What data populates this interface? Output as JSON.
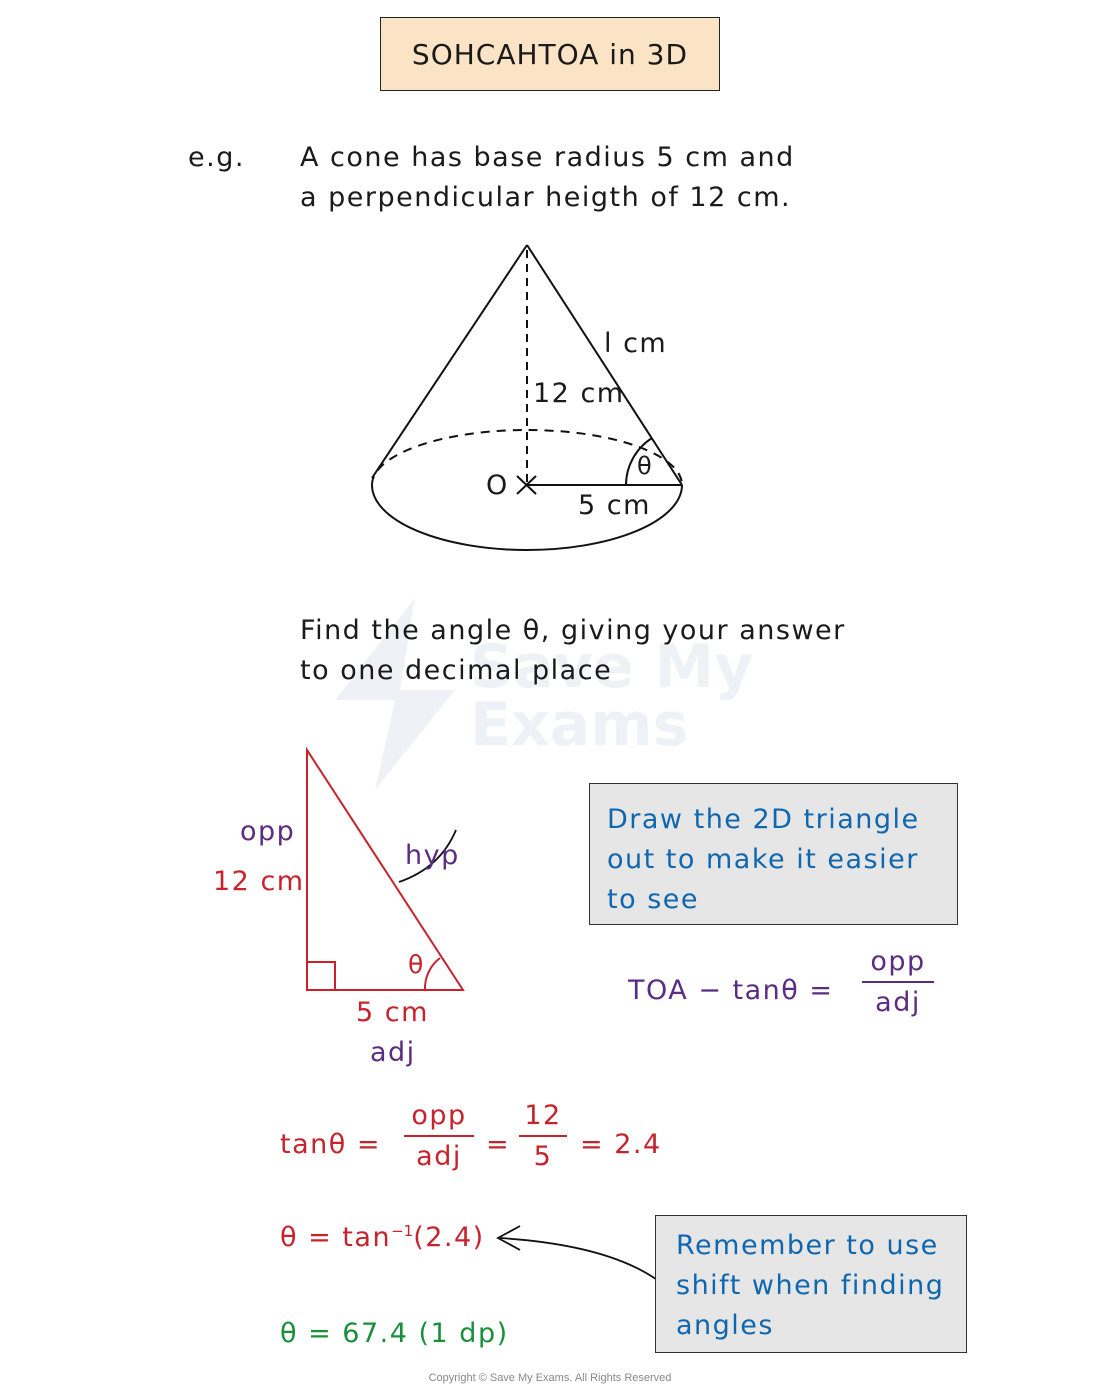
{
  "title": "SOHCAHTOA in 3D",
  "example": {
    "label": "e.g.",
    "line1": "A cone has base radius 5 cm and",
    "line2": "a perpendicular heigth of 12 cm."
  },
  "cone": {
    "slant_label": "l cm",
    "height_label": "12 cm",
    "radius_label": "5 cm",
    "centre_label": "O",
    "angle_label": "θ"
  },
  "question": {
    "line1": "Find the angle θ, giving your answer",
    "line2": "to one decimal place"
  },
  "triangle": {
    "opp_word": "opp",
    "opp_value": "12 cm",
    "hyp_word": "hyp",
    "angle_label": "θ",
    "adj_value": "5 cm",
    "adj_word": "adj"
  },
  "note1": "Draw the 2D triangle out to make it easier to see",
  "toa": {
    "lhs": "TOA − tanθ =",
    "num": "opp",
    "den": "adj"
  },
  "working": {
    "step1_lhs": "tanθ =",
    "step1_num1": "opp",
    "step1_den1": "adj",
    "step1_eq": "=",
    "step1_num2": "12",
    "step1_den2": "5",
    "step1_result": "= 2.4",
    "step2_prefix": "θ = tan",
    "step2_sup": "−1",
    "step2_suffix": "(2.4)",
    "step3": "θ = 67.4  (1 dp)"
  },
  "note2": "Remember to use shift when finding angles",
  "watermark": {
    "line1": "Save My",
    "line2": "Exams"
  },
  "copyright": "Copyright © Save My Exams. All Rights Reserved",
  "colors": {
    "title_bg": "#fbe3c5",
    "note_bg": "#e6e6e6",
    "red": "#c8232c",
    "purple": "#5b2c83",
    "blue": "#0f67b0",
    "green": "#1a8f3a"
  }
}
